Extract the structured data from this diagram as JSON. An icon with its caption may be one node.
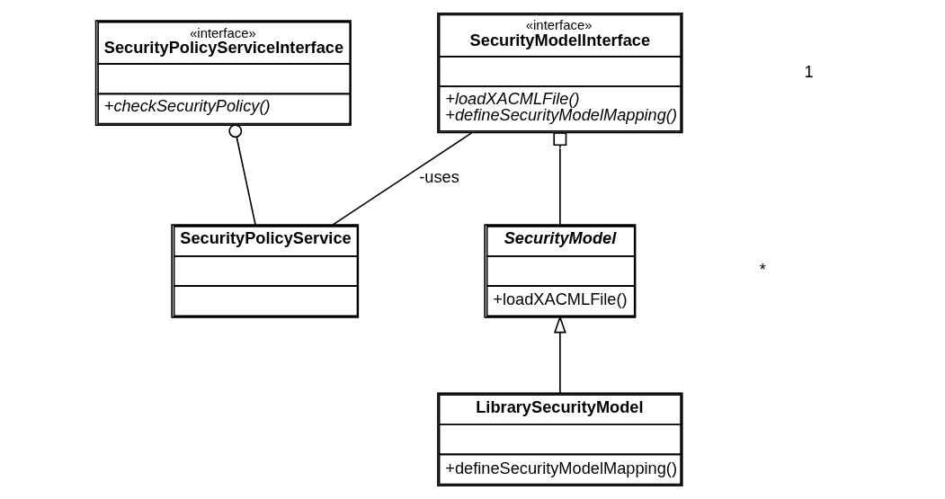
{
  "diagram": {
    "nodes": [
      {
        "text": [
          "«interface»",
          "SecurityPolicyServiceInterface",
          "+checkSecurityPolicy()"
        ]
      },
      {
        "text": [
          "«interface»",
          "SecurityModelInterface",
          "+loadXACMLFile()",
          "+defineSecurityModelMapping()"
        ]
      },
      {
        "text": [
          "SecurityPolicyService"
        ]
      },
      {
        "text": [
          "SecurityModel",
          "+loadXACMLFile()"
        ]
      },
      {
        "text": [
          "LibrarySecurityModel",
          "+defineSecurityModelMapping()"
        ]
      }
    ],
    "edges": [
      {
        "from": 2,
        "to": 0,
        "arrow": "other"
      },
      {
        "from": 2,
        "to": 1,
        "arrow": "none",
        "label": "-uses"
      },
      {
        "from": 3,
        "to": 1,
        "arrow": "other"
      },
      {
        "from": 4,
        "to": 3,
        "arrow": "to"
      }
    ],
    "labels": [
      "1",
      "*"
    ]
  }
}
